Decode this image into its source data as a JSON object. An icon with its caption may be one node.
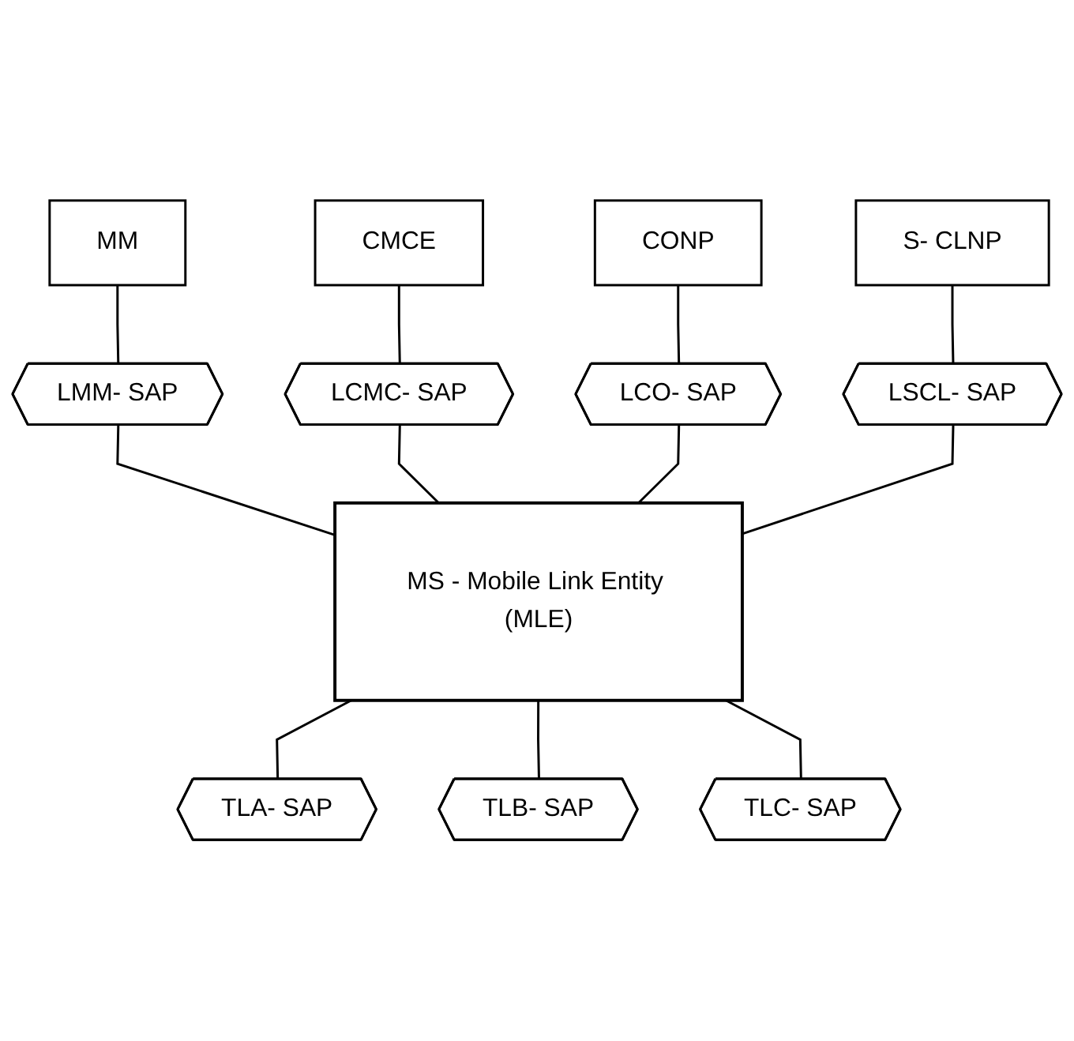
{
  "diagram": {
    "nodes": [
      {
        "text": [
          "MM"
        ]
      },
      {
        "text": [
          "CMCE"
        ]
      },
      {
        "text": [
          "CONP"
        ]
      },
      {
        "text": [
          "S- CLNP"
        ]
      },
      {
        "text": [
          "LMM- SAP"
        ]
      },
      {
        "text": [
          "LCMC- SAP"
        ]
      },
      {
        "text": [
          "LCO- SAP"
        ]
      },
      {
        "text": [
          "LSCL- SAP"
        ]
      },
      {
        "text": [
          "MS - Mobile Link Entity (MLE)"
        ]
      },
      {
        "text": [
          "TLA- SAP"
        ]
      },
      {
        "text": [
          "TLB- SAP"
        ]
      },
      {
        "text": [
          "TLC- SAP"
        ]
      }
    ],
    "edges": [
      {
        "from": 0,
        "to": 4,
        "arrow": "none"
      },
      {
        "from": 1,
        "to": 5,
        "arrow": "none"
      },
      {
        "from": 2,
        "to": 6,
        "arrow": "none"
      },
      {
        "from": 3,
        "to": 7,
        "arrow": "none"
      },
      {
        "from": 4,
        "to": 8,
        "arrow": "none"
      },
      {
        "from": 5,
        "to": 8,
        "arrow": "none"
      },
      {
        "from": 6,
        "to": 8,
        "arrow": "none"
      },
      {
        "from": 7,
        "to": 8,
        "arrow": "none"
      },
      {
        "from": 8,
        "to": 9,
        "arrow": "none"
      },
      {
        "from": 8,
        "to": 10,
        "arrow": "none"
      },
      {
        "from": 8,
        "to": 11,
        "arrow": "none"
      }
    ]
  }
}
